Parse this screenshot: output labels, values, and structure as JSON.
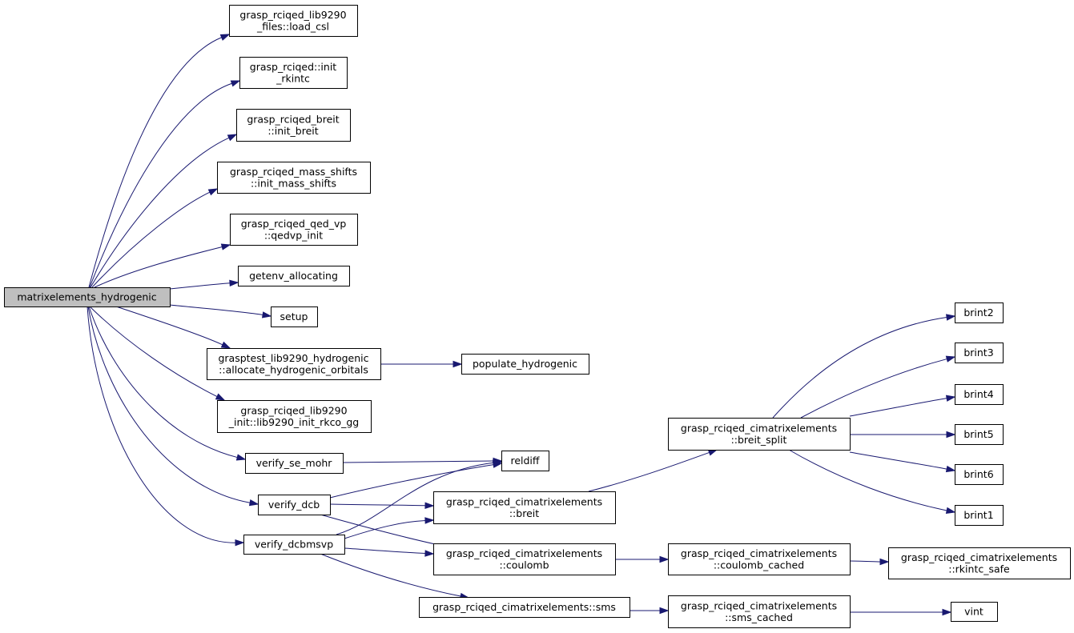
{
  "colors": {
    "edge": "#191970",
    "root_fill": "#bfbfbf",
    "node_fill": "#ffffff",
    "node_stroke": "#000000"
  },
  "nodes": [
    {
      "id": "matrixelements_hydrogenic",
      "lines": [
        "matrixelements_hydrogenic"
      ],
      "root": true
    },
    {
      "id": "load_csl",
      "lines": [
        "grasp_rciqed_lib9290",
        "_files::load_csl"
      ]
    },
    {
      "id": "init_rkintc",
      "lines": [
        "grasp_rciqed::init",
        "_rkintc"
      ]
    },
    {
      "id": "init_breit",
      "lines": [
        "grasp_rciqed_breit",
        "::init_breit"
      ]
    },
    {
      "id": "init_mass_shifts",
      "lines": [
        "grasp_rciqed_mass_shifts",
        "::init_mass_shifts"
      ]
    },
    {
      "id": "qedvp_init",
      "lines": [
        "grasp_rciqed_qed_vp",
        "::qedvp_init"
      ]
    },
    {
      "id": "getenv_allocating",
      "lines": [
        "getenv_allocating"
      ]
    },
    {
      "id": "setup",
      "lines": [
        "setup"
      ]
    },
    {
      "id": "allocate_hydrogenic_orbitals",
      "lines": [
        "grasptest_lib9290_hydrogenic",
        "::allocate_hydrogenic_orbitals"
      ]
    },
    {
      "id": "populate_hydrogenic",
      "lines": [
        "populate_hydrogenic"
      ]
    },
    {
      "id": "lib9290_init_rkco_gg",
      "lines": [
        "grasp_rciqed_lib9290",
        "_init::lib9290_init_rkco_gg"
      ]
    },
    {
      "id": "verify_se_mohr",
      "lines": [
        "verify_se_mohr"
      ]
    },
    {
      "id": "reldiff",
      "lines": [
        "reldiff"
      ]
    },
    {
      "id": "verify_dcb",
      "lines": [
        "verify_dcb"
      ]
    },
    {
      "id": "breit",
      "lines": [
        "grasp_rciqed_cimatrixelements",
        "::breit"
      ]
    },
    {
      "id": "verify_dcbmsvp",
      "lines": [
        "verify_dcbmsvp"
      ]
    },
    {
      "id": "coulomb",
      "lines": [
        "grasp_rciqed_cimatrixelements",
        "::coulomb"
      ]
    },
    {
      "id": "sms",
      "lines": [
        "grasp_rciqed_cimatrixelements::sms"
      ]
    },
    {
      "id": "breit_split",
      "lines": [
        "grasp_rciqed_cimatrixelements",
        "::breit_split"
      ]
    },
    {
      "id": "coulomb_cached",
      "lines": [
        "grasp_rciqed_cimatrixelements",
        "::coulomb_cached"
      ]
    },
    {
      "id": "sms_cached",
      "lines": [
        "grasp_rciqed_cimatrixelements",
        "::sms_cached"
      ]
    },
    {
      "id": "rkintc_safe",
      "lines": [
        "grasp_rciqed_cimatrixelements",
        "::rkintc_safe"
      ]
    },
    {
      "id": "vint",
      "lines": [
        "vint"
      ]
    },
    {
      "id": "brint2",
      "lines": [
        "brint2"
      ]
    },
    {
      "id": "brint3",
      "lines": [
        "brint3"
      ]
    },
    {
      "id": "brint4",
      "lines": [
        "brint4"
      ]
    },
    {
      "id": "brint5",
      "lines": [
        "brint5"
      ]
    },
    {
      "id": "brint6",
      "lines": [
        "brint6"
      ]
    },
    {
      "id": "brint1",
      "lines": [
        "brint1"
      ]
    }
  ],
  "edges": [
    [
      "matrixelements_hydrogenic",
      "load_csl"
    ],
    [
      "matrixelements_hydrogenic",
      "init_rkintc"
    ],
    [
      "matrixelements_hydrogenic",
      "init_breit"
    ],
    [
      "matrixelements_hydrogenic",
      "init_mass_shifts"
    ],
    [
      "matrixelements_hydrogenic",
      "qedvp_init"
    ],
    [
      "matrixelements_hydrogenic",
      "getenv_allocating"
    ],
    [
      "matrixelements_hydrogenic",
      "setup"
    ],
    [
      "matrixelements_hydrogenic",
      "allocate_hydrogenic_orbitals"
    ],
    [
      "matrixelements_hydrogenic",
      "lib9290_init_rkco_gg"
    ],
    [
      "matrixelements_hydrogenic",
      "verify_se_mohr"
    ],
    [
      "matrixelements_hydrogenic",
      "verify_dcb"
    ],
    [
      "matrixelements_hydrogenic",
      "verify_dcbmsvp"
    ],
    [
      "allocate_hydrogenic_orbitals",
      "populate_hydrogenic"
    ],
    [
      "verify_se_mohr",
      "reldiff"
    ],
    [
      "verify_dcb",
      "reldiff"
    ],
    [
      "verify_dcb",
      "breit"
    ],
    [
      "verify_dcb",
      "coulomb"
    ],
    [
      "verify_dcbmsvp",
      "reldiff"
    ],
    [
      "verify_dcbmsvp",
      "breit"
    ],
    [
      "verify_dcbmsvp",
      "coulomb"
    ],
    [
      "verify_dcbmsvp",
      "sms"
    ],
    [
      "breit",
      "breit_split"
    ],
    [
      "coulomb",
      "coulomb_cached"
    ],
    [
      "sms",
      "sms_cached"
    ],
    [
      "coulomb_cached",
      "rkintc_safe"
    ],
    [
      "sms_cached",
      "vint"
    ],
    [
      "breit_split",
      "brint2"
    ],
    [
      "breit_split",
      "brint3"
    ],
    [
      "breit_split",
      "brint4"
    ],
    [
      "breit_split",
      "brint5"
    ],
    [
      "breit_split",
      "brint6"
    ],
    [
      "breit_split",
      "brint1"
    ]
  ]
}
